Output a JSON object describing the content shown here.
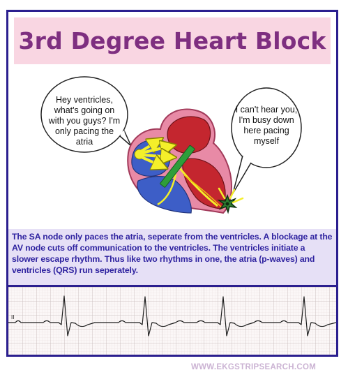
{
  "title": "3rd Degree Heart Block",
  "bubbles": {
    "left": "Hey ventricles, what's going on with you guys? I'm only pacing the atria",
    "right": "I can't hear you, I'm busy down here pacing myself"
  },
  "caption": "The SA node only paces the atria, seperate from the ventricles.  A blockage at the AV node cuts off communication to the ventricles. The ventricles initiate a slower escape rhythm. Thus like two rhythms in one, the atria (p-waves) and ventricles (QRS) run seperately.",
  "ekg": {
    "lead_label": "II"
  },
  "footer": "WWW.EKGSTRIPSEARCH.COM",
  "colors": {
    "border": "#2b1f8f",
    "title_bg": "#f9d6e2",
    "title_text": "#7e2f80",
    "caption_bg": "#e6e0f6",
    "caption_text": "#2f23a0",
    "footer_text": "#cbb3d3",
    "block_bar": "#2e9e3a",
    "conduction_arrows": "#f4ef2a"
  },
  "icons": {
    "block": "green-bar",
    "sa_arrows": "yellow-arrows",
    "ventricular_pacemaker": "starburst-icon"
  }
}
